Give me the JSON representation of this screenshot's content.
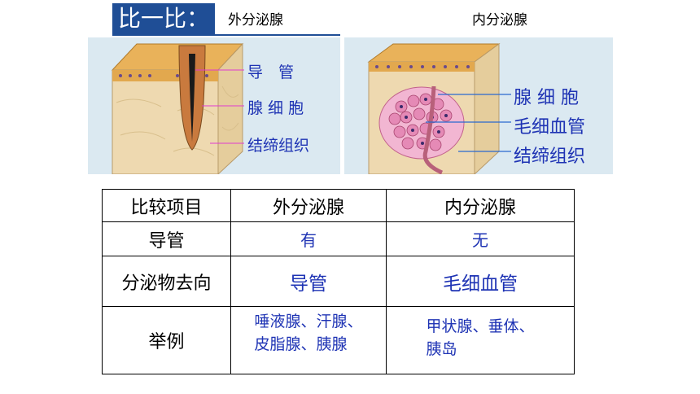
{
  "header": {
    "title": "比一比：",
    "exocrine_label": "外分泌腺",
    "endocrine_label": "内分泌腺"
  },
  "left_panel": {
    "labels": [
      "导　管",
      "腺 细 胞",
      "结缔组织"
    ]
  },
  "right_panel": {
    "labels": [
      "腺 细 胞",
      "毛细血管",
      "结缔组织"
    ]
  },
  "table": {
    "headers": [
      "比较项目",
      "外分泌腺",
      "内分泌腺"
    ],
    "rows": [
      {
        "item": "导管",
        "exocrine": "有",
        "endocrine": "无"
      },
      {
        "item": "分泌物去向",
        "exocrine": "导管",
        "endocrine": "毛细血管"
      },
      {
        "item": "举例",
        "exocrine_lines": [
          "唾液腺、汗腺、",
          "皮脂腺、胰腺"
        ],
        "endocrine_lines": [
          "甲状腺、垂体、",
          "胰岛"
        ]
      }
    ]
  },
  "colors": {
    "title_bg": "#1f4e96",
    "label_blue": "#1e33b4",
    "panel_bg": "#dbe9f1"
  }
}
